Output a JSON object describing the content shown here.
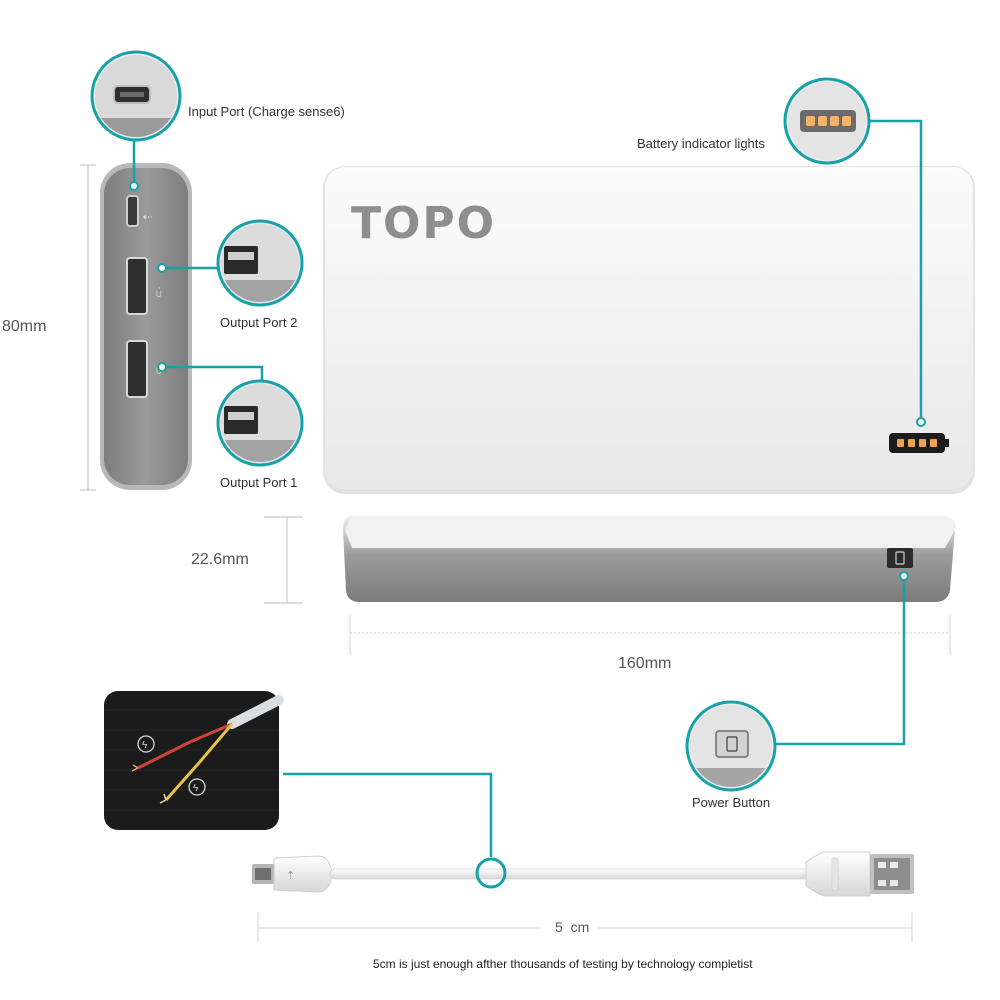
{
  "brand": "TOPO",
  "labels": {
    "input_port": "Input Port (Charge sense6)",
    "output_port_2": "Output Port 2",
    "output_port_1": "Output Port 1",
    "battery_indicator": "Battery indicator lights",
    "power_button": "Power Button"
  },
  "dimensions": {
    "height": "80mm",
    "thickness": "22.6mm",
    "length": "160mm",
    "cable": "5  cm"
  },
  "caption": "5cm is just enough afther thousands of testing by technology completist",
  "colors": {
    "accent": "#17a2a8",
    "body": "#f4f4f4",
    "side": "#8a8a8a",
    "led": "#f0a24c"
  }
}
